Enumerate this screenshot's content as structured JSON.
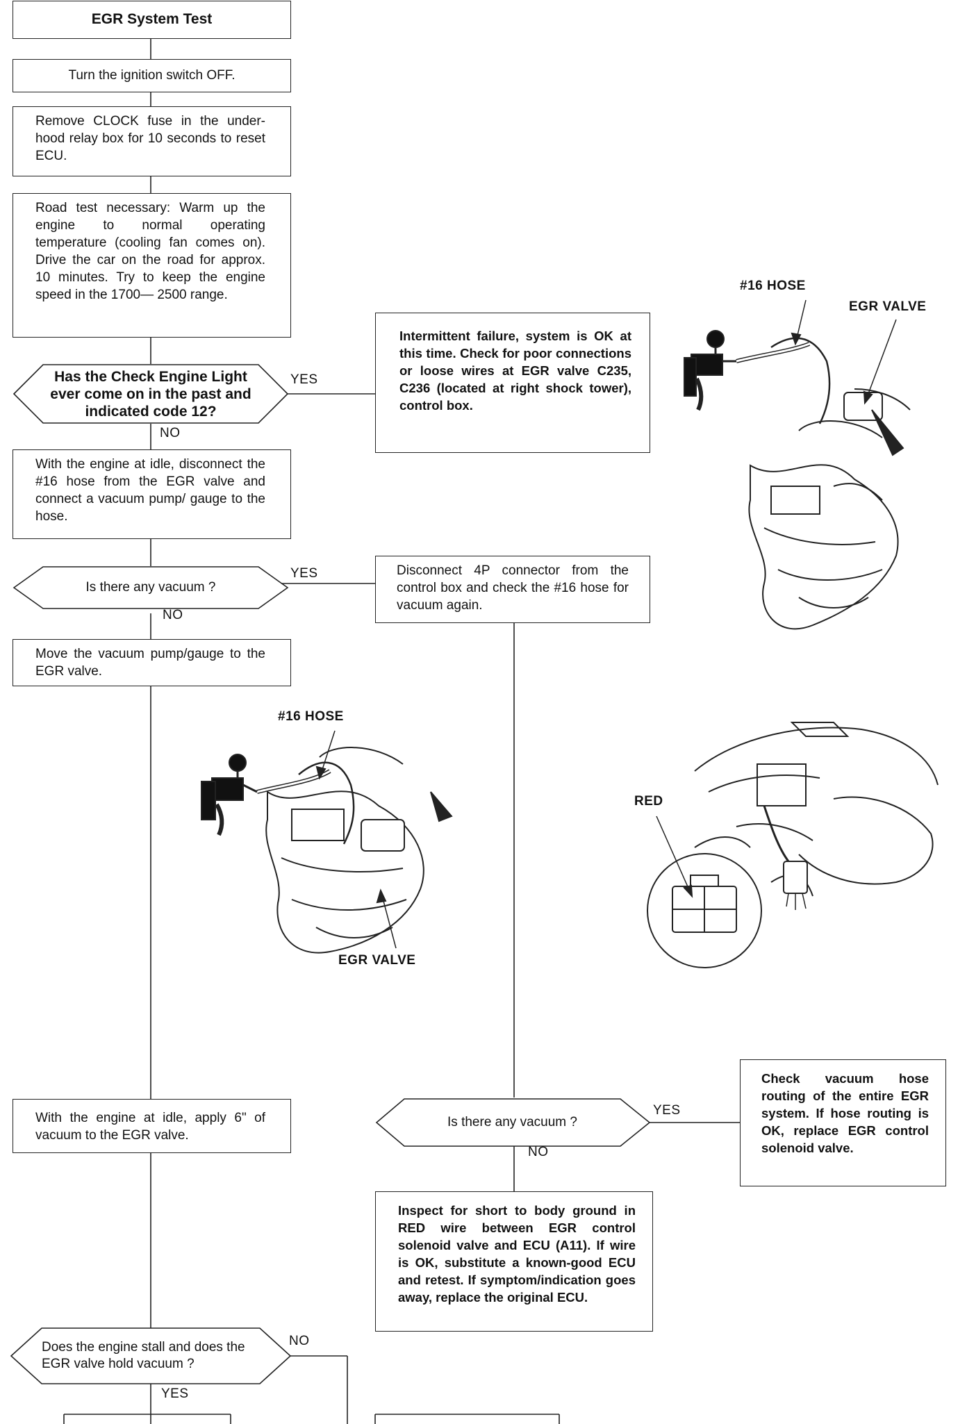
{
  "title": "EGR System Test",
  "steps": {
    "ignition_off": "Turn the ignition switch OFF.",
    "remove_fuse": "Remove CLOCK fuse in the under-hood relay box for 10 seconds to reset ECU.",
    "road_test": "Road test necessary: Warm up the engine to normal operating temperature (cooling fan comes on). Drive the car on the road for approx. 10 minutes. Try to keep the engine speed in the 1700— 2500 range.",
    "intermittent": "Intermittent failure, system is OK at this time. Check for poor connections or loose wires at EGR valve C235, C236 (located at right shock tower), control box.",
    "disconnect_hose": "With the engine at idle, disconnect the #16 hose from the EGR valve and connect a vacuum pump/ gauge to the hose.",
    "disconnect_4p": "Disconnect 4P connector from the control box and check the #16 hose for vacuum again.",
    "move_gauge": "Move the vacuum pump/gauge to the EGR valve.",
    "apply_vacuum": "With the engine at idle, apply 6\" of vacuum to the EGR valve.",
    "check_routing": "Check vacuum hose routing of the entire EGR system. If hose routing is OK, replace EGR control solenoid valve.",
    "inspect_short": "Inspect for short to body ground in RED wire between EGR control solenoid valve and ECU (A11). If wire is OK, substitute a known-good ECU and retest. If symptom/indication goes away, replace the original ECU."
  },
  "decisions": {
    "check_engine": "Has the Check Engine Light ever come on in the past and indicated code 12?",
    "vacuum_1": "Is there any vacuum ?",
    "vacuum_2": "Is there any vacuum ?",
    "stall": "Does the engine stall and does the EGR valve hold vacuum ?"
  },
  "branch_labels": {
    "yes": "YES",
    "no": "NO"
  },
  "callouts": {
    "hose_16": "#16 HOSE",
    "egr_valve": "EGR VALVE",
    "red": "RED"
  }
}
